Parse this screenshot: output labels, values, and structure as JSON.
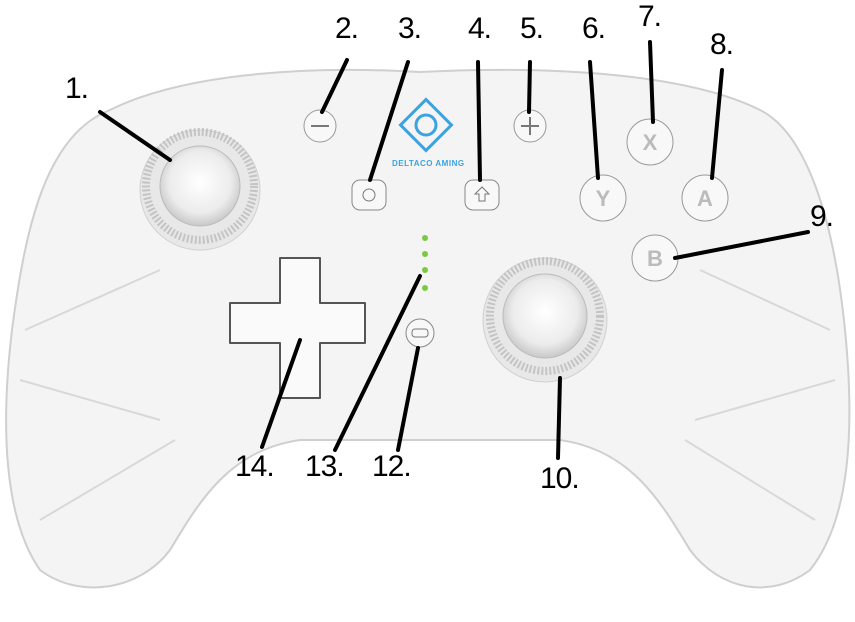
{
  "logo": {
    "text": "DELTACO AMING"
  },
  "labels": [
    "1.",
    "2.",
    "3.",
    "4.",
    "5.",
    "6.",
    "7.",
    "8.",
    "9.",
    "10.",
    "12.",
    "13.",
    "14."
  ],
  "colors": {
    "body": "#f4f4f4",
    "outline": "#cfcfcf",
    "logo": "#3aa3e0",
    "led": "#7ac943",
    "leader": "#000000"
  }
}
